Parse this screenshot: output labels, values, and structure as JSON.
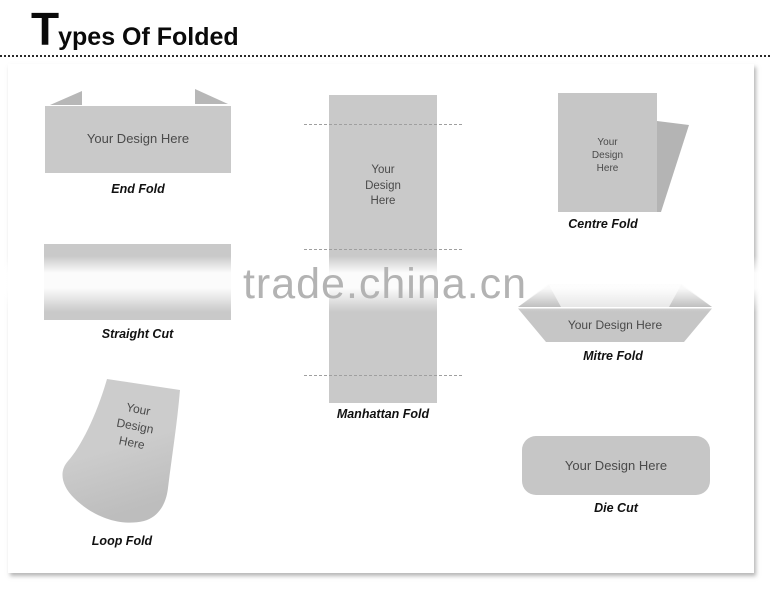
{
  "header": {
    "title_initial": "T",
    "title_rest": "ypes Of Folded"
  },
  "watermark": {
    "text": "trade.china.cn"
  },
  "placeholder": "Your Design Here",
  "placeholder_words": [
    "Your",
    "Design",
    "Here"
  ],
  "items": [
    {
      "id": "end-fold",
      "label": "End Fold"
    },
    {
      "id": "straight-cut",
      "label": "Straight Cut"
    },
    {
      "id": "loop-fold",
      "label": "Loop Fold"
    },
    {
      "id": "manhattan-fold",
      "label": "Manhattan Fold"
    },
    {
      "id": "centre-fold",
      "label": "Centre Fold"
    },
    {
      "id": "mitre-fold",
      "label": "Mitre Fold"
    },
    {
      "id": "die-cut",
      "label": "Die Cut"
    }
  ],
  "colors": {
    "shape_gray": "#c9c9c9",
    "shape_dark": "#b2b2b2",
    "flap_light": "#e2e2e2",
    "placeholder_text": "#4a4a4a",
    "caption_text": "#111111",
    "watermark_text": "#b3b3b3"
  }
}
